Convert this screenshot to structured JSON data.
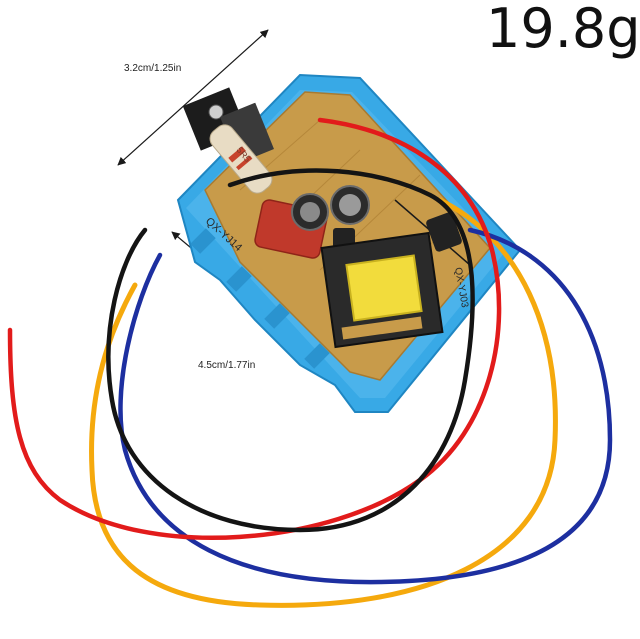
{
  "product_photo": {
    "weight_label": "19.8g",
    "width_label": "3.2cm/1.25in",
    "length_label": "4.5cm/1.77in",
    "pcb_text_model": "QX-YJ14",
    "pcb_text_side": "QX-YJ03",
    "resistor_text": "5R5",
    "colors": {
      "housing": "#38a9e6",
      "pcb": "#c89b4a",
      "capacitor": "#c0392b",
      "transformer_core": "#f2dc3c",
      "wire_red": "#e21b1b",
      "wire_black": "#141414",
      "wire_blue": "#1d2fa0",
      "wire_yellow": "#f5a90d"
    }
  }
}
